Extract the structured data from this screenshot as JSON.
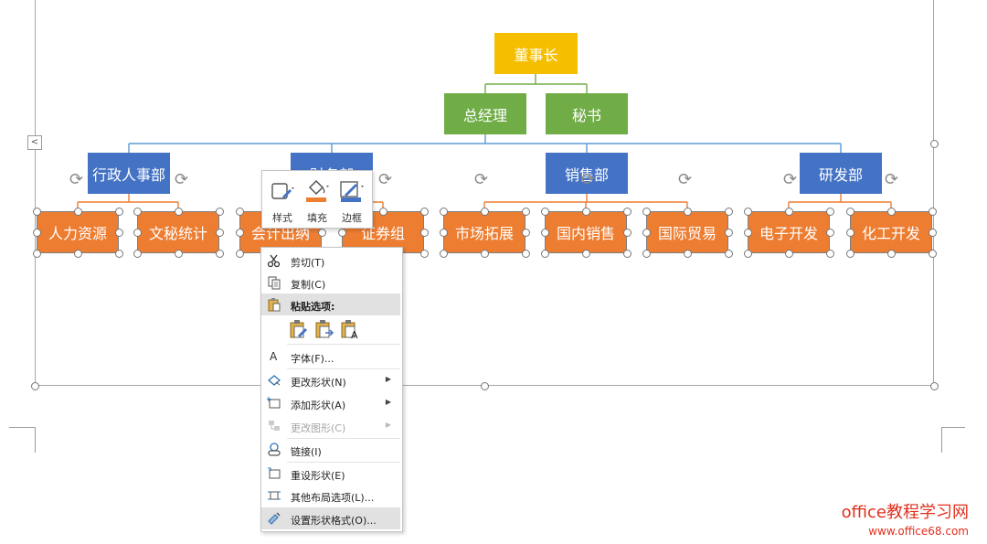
{
  "org": {
    "top": "董事长",
    "level2": [
      "总经理",
      "秘书"
    ],
    "departments": [
      "行政人事部",
      "财务部",
      "销售部",
      "研发部"
    ],
    "teams": [
      "人力资源",
      "文秘统计",
      "会计出纳",
      "证券组",
      "市场拓展",
      "国内销售",
      "国际贸易",
      "电子开发",
      "化工开发"
    ]
  },
  "colors": {
    "top": "#f5bf00",
    "level2": "#70ad47",
    "department": "#4472c4",
    "team": "#ed7d31",
    "connector_blue": "#5b9bd5",
    "connector_orange": "#ed7d31",
    "connector_green": "#70ad47",
    "watermark": "#e0301e"
  },
  "mini_toolbar": {
    "style": "样式",
    "fill": "填充",
    "outline": "边框"
  },
  "context_menu": {
    "cut": "剪切(T)",
    "copy": "复制(C)",
    "paste_options": "粘贴选项:",
    "font": "字体(F)...",
    "change_shape": "更改形状(N)",
    "add_shape": "添加形状(A)",
    "change_graphic": "更改图形(C)",
    "link": "链接(I)",
    "reset_shape": "重设形状(E)",
    "more_layout": "其他布局选项(L)...",
    "format_shape": "设置形状格式(O)..."
  },
  "left_nav_arrow": "<",
  "watermark": {
    "line1": "office教程学习网",
    "line2": "www.office68.com"
  }
}
